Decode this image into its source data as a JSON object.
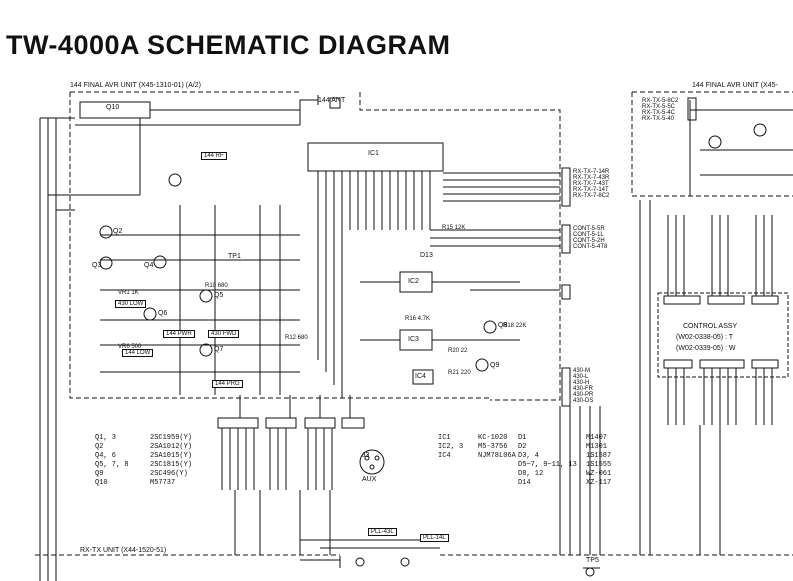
{
  "title": "TW-4000A SCHEMATIC DIAGRAM",
  "units": {
    "final_avr_left": "144 FINAL AVR UNIT (X45-1310-01) (A/2)",
    "final_avr_right": "144 FINAL AVR UNIT (X45-",
    "rx_tx": "RX-TX UNIT (X44-1520-51)"
  },
  "control": {
    "title": "CONTROL ASSY",
    "line1": "(W02-0338-05) : T",
    "line2": "(W02-0339-05) : W"
  },
  "labels": {
    "ic1": "IC1",
    "q10": "Q10",
    "ant": "144 ANT",
    "aux": "AUX",
    "j3": "J3",
    "ic2": "IC2",
    "ic3": "IC3",
    "ic4": "IC4",
    "d13": "D13",
    "tp1": "TP1",
    "tp5": "TP5",
    "q2": "Q2",
    "q3": "Q3",
    "q4": "Q4",
    "q5": "Q5",
    "q6": "Q6",
    "q7": "Q7",
    "q8": "Q8",
    "q9": "Q9",
    "r10": "R10 680",
    "r12": "R12 680",
    "r15": "R15 12K",
    "r18": "R18 22K",
    "r20": "R20 22",
    "r21": "R21 220",
    "r16": "R16 4.7K",
    "vr1": "VR1 1K",
    "vr6": "VR6 500",
    "fwd": "430 FWD",
    "low430": "430 LOW",
    "low144": "144 LOW",
    "pwr144": "144 PWR",
    "prg144": "144 PRG",
    "rf144": "144 RF",
    "pll43l": "PLL-43L",
    "pll14l": "PLL-14L"
  },
  "connectors": {
    "c6": [
      "RX-TX-7-14R",
      "RX-TX-7-43R",
      "RX-TX-7-43T",
      "RX-TX-7-14T",
      "RX-TX-7-8C2"
    ],
    "c7": [
      "CONT-5-5R",
      "CONT-5-1L",
      "CONT-5-2H",
      "CONT-5-4T8"
    ],
    "c9": [
      "430-M",
      "430-L",
      "430-H",
      "430-FR",
      "430-PR",
      "430-DS"
    ],
    "right_top": [
      "RX-TX-5-8C2",
      "RX-TX-5-5C",
      "RX-TX-5-4C",
      "RX-TX-5-40"
    ]
  },
  "parts_list_left": [
    [
      "Q1, 3",
      "2SC1959(Y)"
    ],
    [
      "Q2",
      "2SA1012(Y)"
    ],
    [
      "Q4, 6",
      "2SA1015(Y)"
    ],
    [
      "Q5, 7, 8",
      "2SC1815(Y)"
    ],
    [
      "Q9",
      "2SC496(Y)"
    ],
    [
      "Q10",
      "M57737"
    ]
  ],
  "parts_list_mid": [
    [
      "IC1",
      "KC-1020"
    ],
    [
      "IC2, 3",
      "M5-3756"
    ],
    [
      "IC4",
      "NJM78L06A"
    ]
  ],
  "parts_list_right": [
    [
      "D1",
      "M1407"
    ],
    [
      "D2",
      "M1301"
    ],
    [
      "D3, 4",
      "1S1587"
    ],
    [
      "D5~7, 9~11, 13",
      "1S1555"
    ],
    [
      "D8, 12",
      "WZ-061"
    ],
    [
      "D14",
      "XZ-117"
    ]
  ]
}
